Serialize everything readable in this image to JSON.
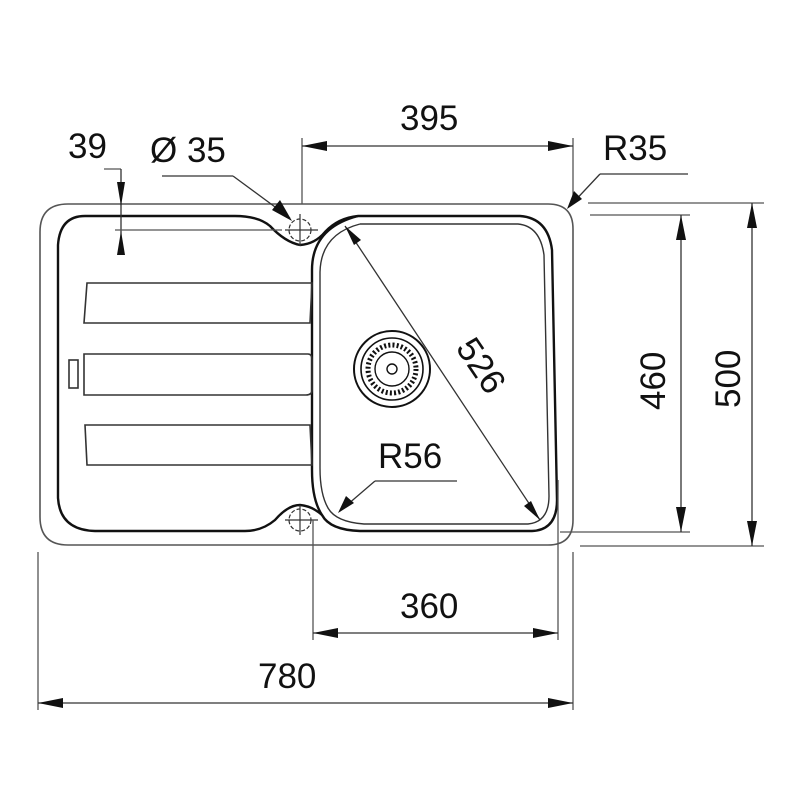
{
  "drawing": {
    "subject": "Sink with drainer - top view technical drawing",
    "colors": {
      "line": "#333333",
      "text": "#111111",
      "background": "#ffffff"
    }
  },
  "dimensions": {
    "rebate_depth": {
      "label": "39"
    },
    "tap_hole_diameter": {
      "label": "Ø 35"
    },
    "bowl_offset_width": {
      "label": "395"
    },
    "corner_radius_outer": {
      "label": "R35"
    },
    "bowl_diagonal": {
      "label": "526"
    },
    "bowl_corner_radius": {
      "label": "R56"
    },
    "bowl_depth": {
      "label": "460"
    },
    "overall_depth": {
      "label": "500"
    },
    "bowl_width": {
      "label": "360"
    },
    "overall_width": {
      "label": "780"
    }
  }
}
